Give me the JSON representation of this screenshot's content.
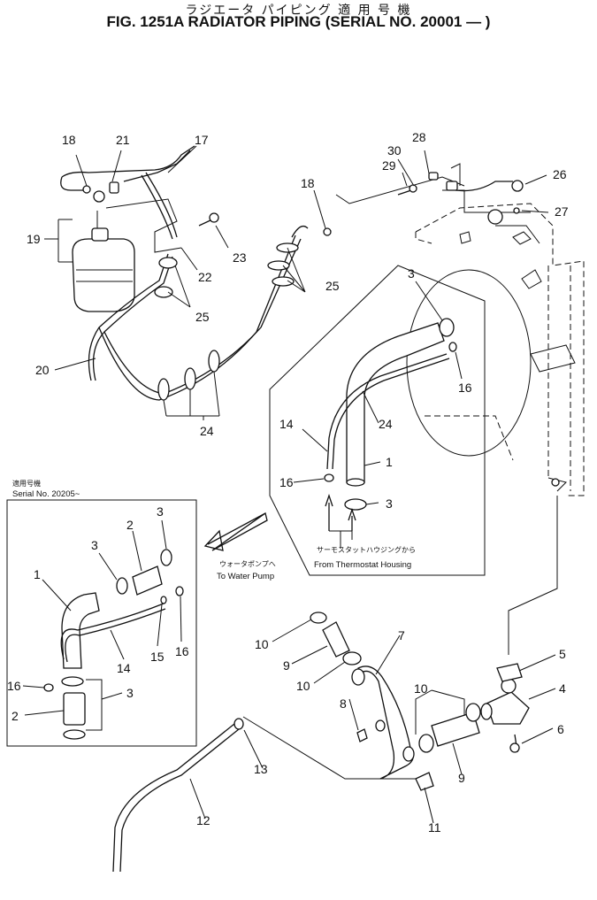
{
  "title": {
    "japanese": "ラジエータ パイピング 適 用 号 機",
    "english": "FIG. 1251A  RADIATOR PIPING (SERIAL NO. 20001 — )"
  },
  "inset": {
    "label_jp": "適用号機",
    "label_en": "Serial No. 20205~"
  },
  "annotations": {
    "thermostat_jp": "サーモスタットハウジングから",
    "thermostat_en": "From Thermostat Housing",
    "water_pump_jp": "ウォータポンプへ",
    "water_pump_en": "To Water Pump"
  },
  "callouts": {
    "c18a": "18",
    "c21": "21",
    "c17": "17",
    "c19": "19",
    "c22": "22",
    "c23": "23",
    "c25a": "25",
    "c25b": "25",
    "c20": "20",
    "c24a": "24",
    "c18b": "18",
    "c30": "30",
    "c28": "28",
    "c29": "29",
    "c26": "26",
    "c27": "27",
    "c3a": "3",
    "c16a": "16",
    "c24b": "24",
    "c14a": "14",
    "c1a": "1",
    "c16b": "16",
    "c3b": "3",
    "i3a": "3",
    "i2a": "2",
    "i3b": "3",
    "i1": "1",
    "i14": "14",
    "i15": "15",
    "i16a": "16",
    "i16b": "16",
    "i3c": "3",
    "i2b": "2",
    "c10a": "10",
    "c9a": "9",
    "c10b": "10",
    "c7": "7",
    "c5": "5",
    "c4": "4",
    "c10c": "10",
    "c8": "8",
    "c6": "6",
    "c9b": "9",
    "c13": "13",
    "c12": "12",
    "c11": "11"
  }
}
